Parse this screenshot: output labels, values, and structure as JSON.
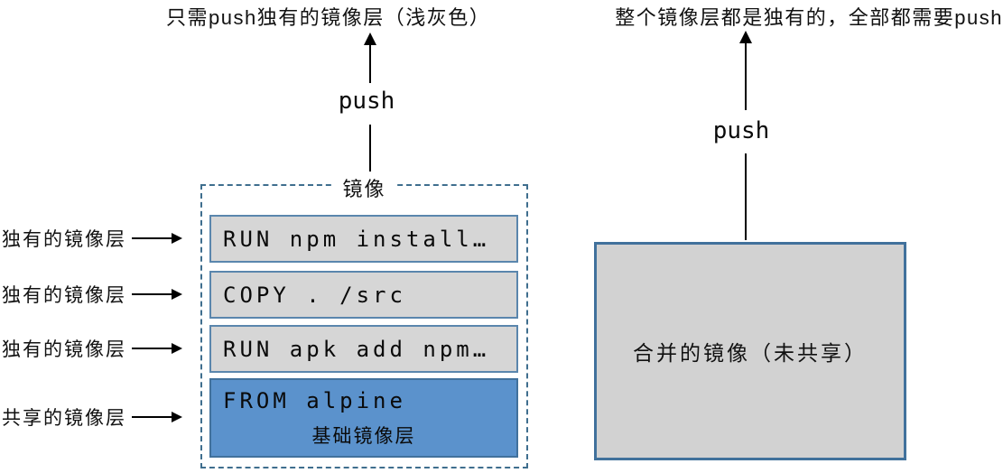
{
  "captions": {
    "left": "只需push独有的镜像层（浅灰色）",
    "right": "整个镜像层都是独有的，全部都需要push"
  },
  "push_labels": {
    "left": "push",
    "right": "push"
  },
  "group": {
    "title": "镜像"
  },
  "layers": [
    {
      "command": "RUN npm install…",
      "kind": "unique"
    },
    {
      "command": "COPY . /src",
      "kind": "unique"
    },
    {
      "command": "RUN apk add npm…",
      "kind": "unique"
    },
    {
      "command": "FROM alpine",
      "caption": "基础镜像层",
      "kind": "shared"
    }
  ],
  "row_labels": [
    "独有的镜像层",
    "独有的镜像层",
    "独有的镜像层",
    "共享的镜像层"
  ],
  "merged_box": {
    "label": "合并的镜像（未共享）"
  },
  "colors": {
    "shared_layer_fill": "#5b92cc",
    "unique_layer_fill": "#d6d6d6",
    "layer_border": "#5a86ad",
    "shared_layer_border": "#41719c",
    "group_dashed_border": "#3f6e8e",
    "merged_box_fill": "#d2d2d2",
    "merged_box_border": "#41719c",
    "arrow": "#000000",
    "text": "#111111"
  }
}
